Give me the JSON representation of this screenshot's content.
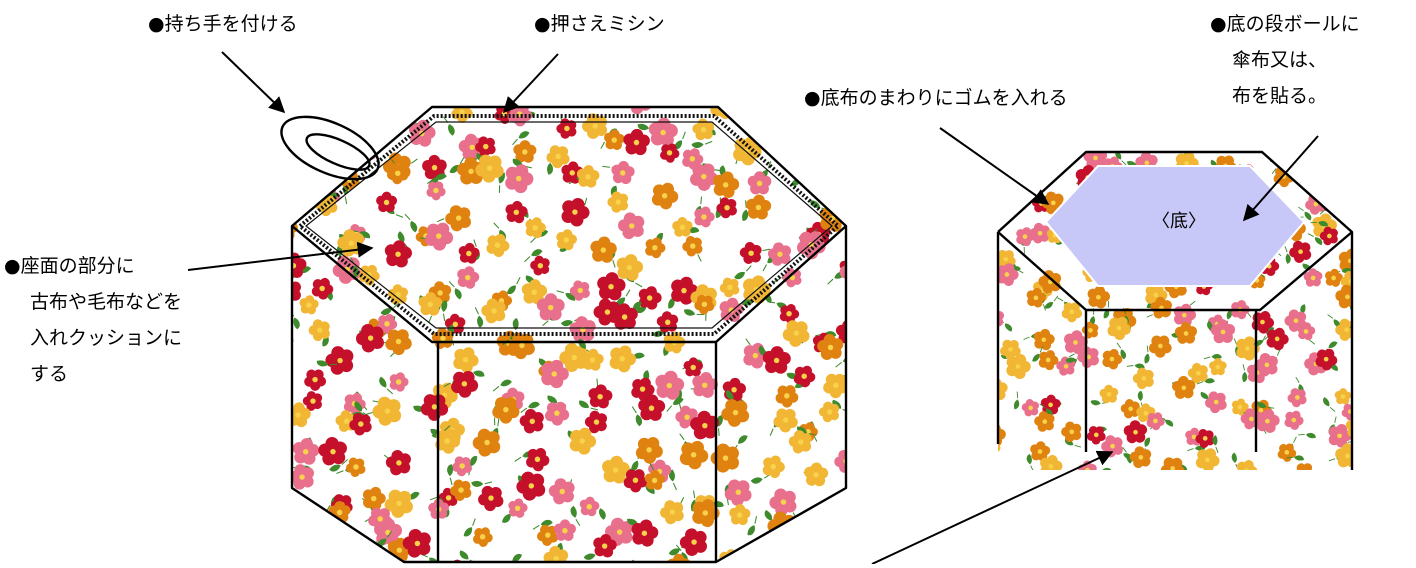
{
  "labels": {
    "handle": "●持ち手を付ける",
    "stitch": "●押さえミシン",
    "rubber": "●底布のまわりにゴムを入れる",
    "bottom_cover": [
      "●底の段ボールに",
      "傘布又は、",
      "布を貼る。"
    ],
    "seat_cushion": [
      "●座面の部分に",
      "古布や毛布などを",
      "入れクッションに",
      "する"
    ],
    "base": "〈底〉"
  },
  "colors": {
    "outline": "#000000",
    "fabric_bg": "#ffffff",
    "bottom_fill": "#c8c8f8",
    "flower_red": "#c4102a",
    "flower_pink": "#e8708c",
    "flower_orange": "#e0820f",
    "flower_yellow": "#f2b635",
    "flower_center": "#f7d24a",
    "leaf": "#3e8a2c"
  }
}
